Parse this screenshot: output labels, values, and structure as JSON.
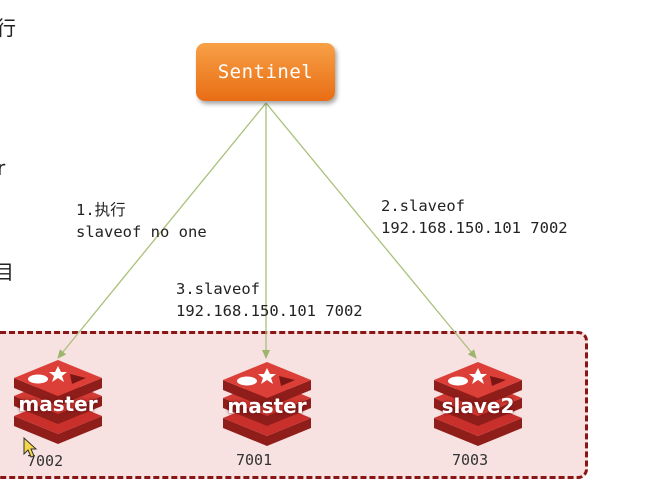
{
  "left_fragments": [
    "行",
    "r",
    "目"
  ],
  "sentinel": {
    "label": "Sentinel"
  },
  "step1": {
    "line1": "1.执行",
    "line2": "slaveof no one"
  },
  "step2": {
    "line1": "2.slaveof",
    "line2": "192.168.150.101 7002"
  },
  "step3": {
    "line1": "3.slaveof",
    "line2": "192.168.150.101 7002"
  },
  "nodes": [
    {
      "name": "master",
      "port": "7002"
    },
    {
      "name": "master",
      "port": "7001"
    },
    {
      "name": "slave2",
      "port": "7003"
    }
  ],
  "colors": {
    "sentinel": "#f08a2a",
    "link": "#a9c07a",
    "cluster_fill": "#f7e1e1",
    "cluster_border": "#8a1515",
    "redis": "#c9302c"
  },
  "icons": [
    "redis-logo-icon",
    "mouse-cursor-icon"
  ]
}
